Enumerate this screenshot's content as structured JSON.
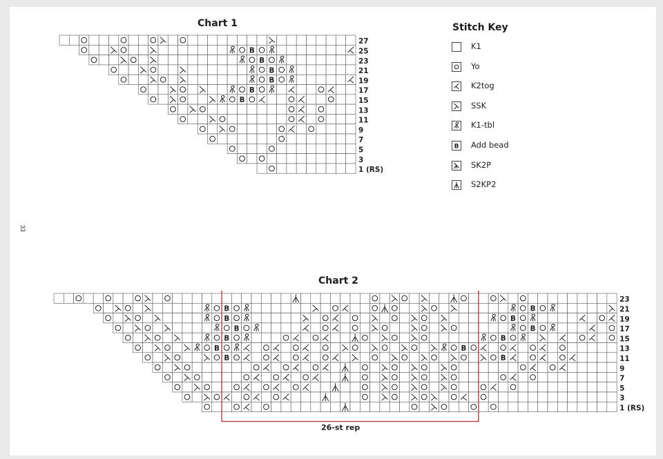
{
  "chart1": {
    "title": "Chart 1",
    "row_labels": [
      "27",
      "25",
      "23",
      "21",
      "19",
      "17",
      "15",
      "13",
      "11",
      "9",
      "7",
      "5",
      "3",
      "1 (RS)"
    ]
  },
  "chart2": {
    "title": "Chart 2",
    "row_labels": [
      "23",
      "21",
      "19",
      "17",
      "15",
      "13",
      "11",
      "9",
      "7",
      "5",
      "3",
      "1 (RS)"
    ],
    "repeat_label": "26-st rep"
  },
  "stitch_key": {
    "title": "Stitch Key",
    "items": [
      {
        "symbol": "blank-icon",
        "label": "K1"
      },
      {
        "symbol": "yo-icon",
        "label": "Yo"
      },
      {
        "symbol": "k2tog-icon",
        "label": "K2tog"
      },
      {
        "symbol": "ssk-icon",
        "label": "SSK"
      },
      {
        "symbol": "k1tbl-icon",
        "label": "K1-tbl"
      },
      {
        "symbol": "bead-icon",
        "label": "Add bead"
      },
      {
        "symbol": "sk2p-icon",
        "label": "SK2P"
      },
      {
        "symbol": "s2kp2-icon",
        "label": "S2KP2"
      }
    ]
  },
  "page_number": "33",
  "colors": {
    "grid": "#555555",
    "repeat_box": "#b04040",
    "text": "#222222"
  }
}
